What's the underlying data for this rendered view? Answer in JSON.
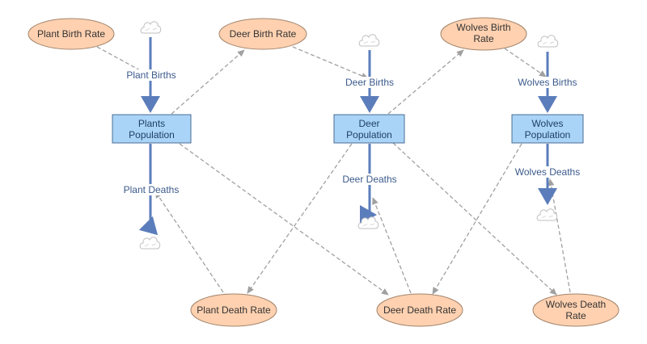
{
  "diagram": {
    "stocks": {
      "plants": [
        "Plants",
        "Population"
      ],
      "deer": [
        "Deer",
        "Population"
      ],
      "wolves": [
        "Wolves",
        "Population"
      ]
    },
    "flows": {
      "plant_births": "Plant Births",
      "plant_deaths": "Plant Deaths",
      "deer_births": "Deer Births",
      "deer_deaths": "Deer Deaths",
      "wolves_births": "Wolves Births",
      "wolves_deaths": "Wolves Deaths"
    },
    "rates": {
      "plant_birth": [
        "Plant Birth Rate"
      ],
      "deer_birth": [
        "Deer Birth Rate"
      ],
      "wolves_birth": [
        "Wolves Birth",
        "Rate"
      ],
      "plant_death": [
        "Plant Death Rate"
      ],
      "deer_death": [
        "Deer Death Rate"
      ],
      "wolves_death": [
        "Wolves Death",
        "Rate"
      ]
    },
    "colors": {
      "stock_fill": "#a9d4f7",
      "stock_stroke": "#4a6d94",
      "aux_fill": "#ffd1b0",
      "aux_stroke": "#a3856c",
      "flow": "#5b7dbb",
      "link": "#a0a0a0",
      "cloud": "#c8c8c8"
    }
  }
}
